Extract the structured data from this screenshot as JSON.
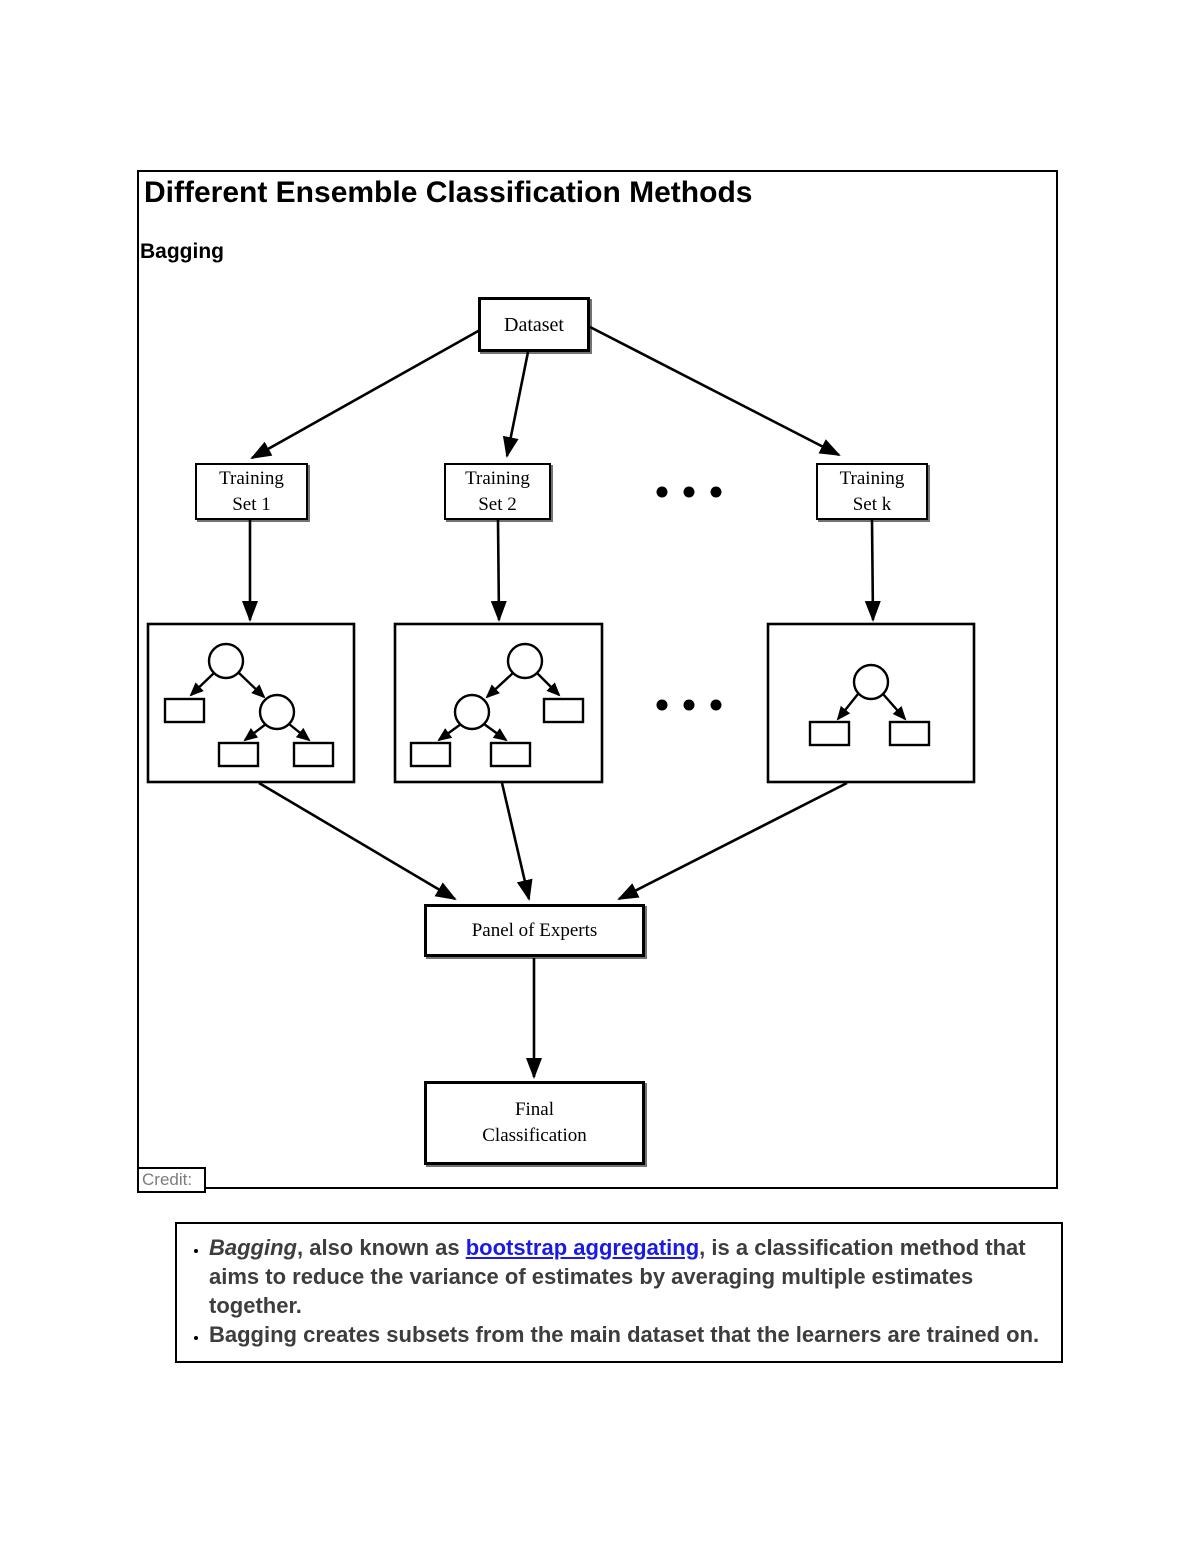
{
  "diagram": {
    "title": "Different Ensemble Classification Methods",
    "subtitle": "Bagging",
    "credit_label": "Credit:",
    "nodes": {
      "dataset": "Dataset",
      "training_set_1": "Training\nSet 1",
      "training_set_2": "Training\nSet 2",
      "training_set_k": "Training\nSet k",
      "panel_of_experts": "Panel of Experts",
      "final_classification": "Final\nClassification"
    },
    "colors": {
      "border": "#000000",
      "background": "#ffffff",
      "credit_text": "#7d7d7d"
    }
  },
  "notes": {
    "bullet1": {
      "lead_italic": "Bagging",
      "after_lead": ", also known as ",
      "link": "bootstrap aggregating",
      "rest": ", is a classification method that aims to reduce the variance of estimates by averaging multiple estimates together."
    },
    "bullet2": "Bagging creates subsets from the main dataset that the learners are trained on.",
    "colors": {
      "body_text": "#3d3d3d",
      "link": "#1a1ae6"
    }
  }
}
